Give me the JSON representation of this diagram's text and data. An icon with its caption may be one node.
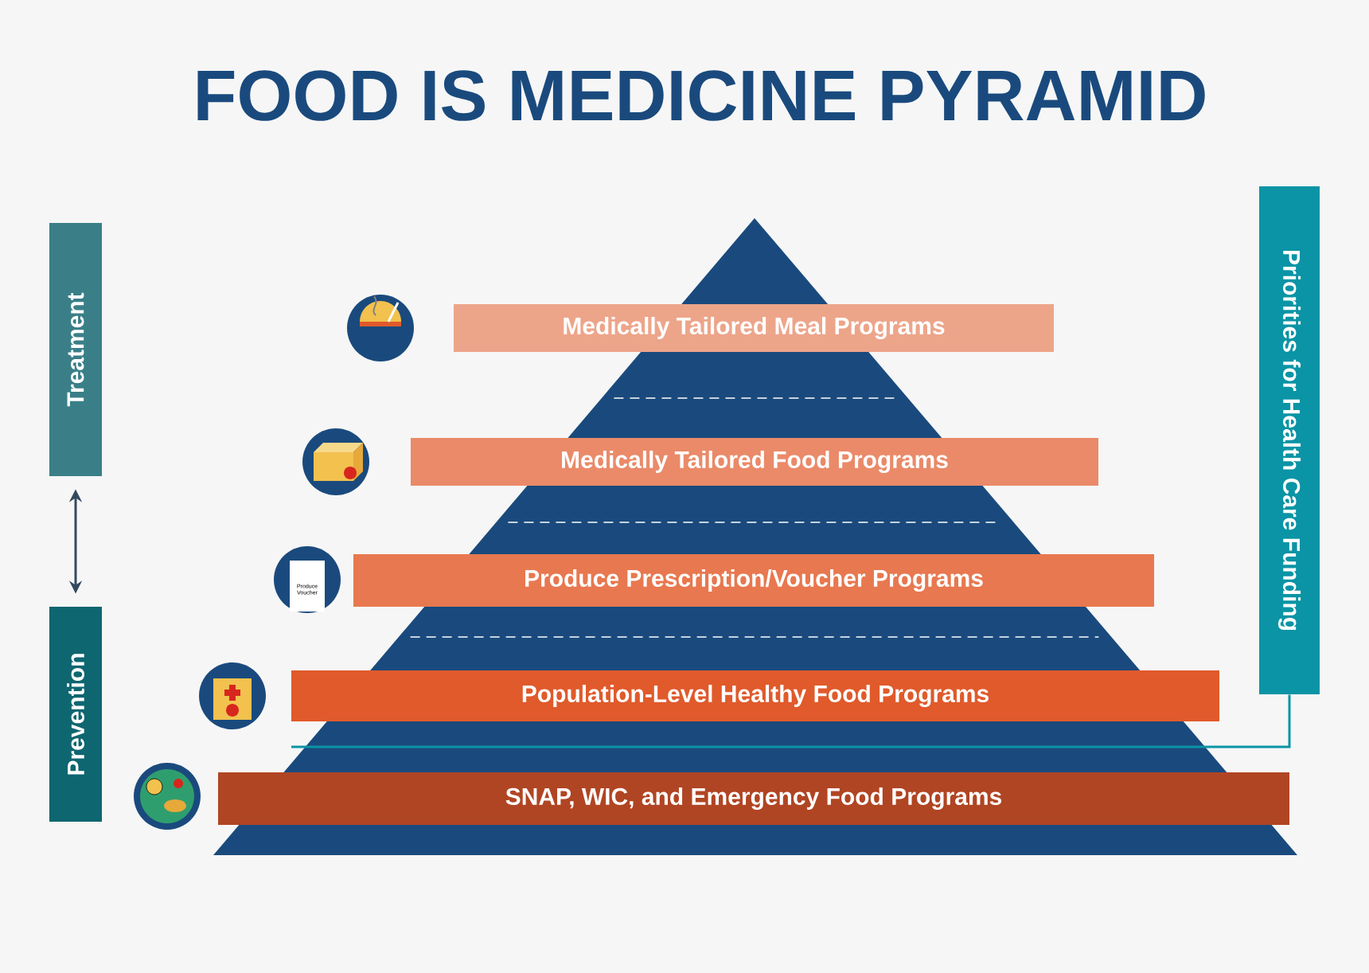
{
  "diagram": {
    "title": "FOOD IS MEDICINE PYRAMID",
    "nodes": [
      {
        "text": [
          "Treatment"
        ]
      },
      {
        "text": [
          "Prevention"
        ]
      },
      {
        "text": [
          "Medically Tailored Meal Programs"
        ]
      },
      {
        "text": [
          "Medically Tailored Food Programs"
        ]
      },
      {
        "text": [
          "Produce Prescription/Voucher Programs"
        ]
      },
      {
        "text": [
          "Population-Level Healthy Food Programs"
        ]
      },
      {
        "text": [
          "SNAP, WIC, and Emergency Food Programs"
        ]
      },
      {
        "text": [
          "Priorities for Health Care Funding"
        ]
      }
    ],
    "edges": [
      {
        "from": 0,
        "to": 1,
        "arrow": "both"
      },
      {
        "from": 7,
        "to": null,
        "arrow": "none",
        "color": "#0a94a5"
      }
    ],
    "labels": [
      "Produce Voucher"
    ]
  }
}
